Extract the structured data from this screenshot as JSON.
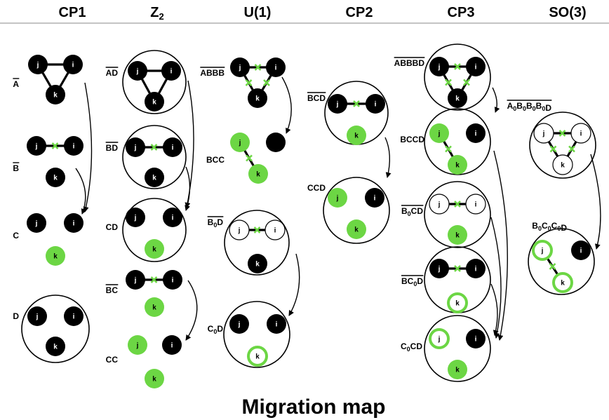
{
  "title": "Migration map",
  "columns": [
    {
      "id": "cp1",
      "name": "CP1"
    },
    {
      "id": "z2",
      "name": "Z",
      "name_sub": "2"
    },
    {
      "id": "u1",
      "name": "U(1)"
    },
    {
      "id": "cp2",
      "name": "CP2"
    },
    {
      "id": "cp3",
      "name": "CP3"
    },
    {
      "id": "so3",
      "name": "SO(3)"
    }
  ],
  "labels": {
    "cp1": [
      {
        "id": "A",
        "text": "A",
        "overline": true
      },
      {
        "id": "B",
        "text": "B",
        "overline": true
      },
      {
        "id": "C",
        "text": "C",
        "overline": false
      },
      {
        "id": "D",
        "text": "D",
        "overline": false
      }
    ],
    "z2": [
      {
        "id": "AD",
        "text": "AD",
        "overline": true
      },
      {
        "id": "BD",
        "text": "BD",
        "overline": true
      },
      {
        "id": "CD",
        "text": "CD",
        "overline": false
      },
      {
        "id": "BC",
        "text": "BC",
        "overline": true
      },
      {
        "id": "CC",
        "text": "CC",
        "overline": false
      }
    ],
    "u1": [
      {
        "id": "ABBB",
        "text": "ABBB",
        "overline": true
      },
      {
        "id": "BCC",
        "text": "BCC",
        "overline": false
      },
      {
        "id": "B0D",
        "text": "B",
        "sub": "0",
        "tail": "D",
        "overline": true
      },
      {
        "id": "C0D",
        "text": "C",
        "sub": "0",
        "tail": "D",
        "overline": false
      }
    ],
    "cp2": [
      {
        "id": "BCD",
        "text": "BCD",
        "overline": true
      },
      {
        "id": "CCD",
        "text": "CCD",
        "overline": false
      }
    ],
    "cp3": [
      {
        "id": "ABBBD",
        "text": "ABBBD",
        "overline": true
      },
      {
        "id": "BCCD",
        "text": "BCCD",
        "overline": false
      },
      {
        "id": "B0CD",
        "text": "B",
        "sub": "0",
        "tail": "CD",
        "overline": true
      },
      {
        "id": "BC0D",
        "text": "BC",
        "sub": "0",
        "tail": "D",
        "overline": true
      },
      {
        "id": "C0CD",
        "text": "C",
        "sub": "0",
        "tail": "CD",
        "overline": false
      }
    ],
    "so3": [
      {
        "id": "A0B0B0B0D",
        "overline": true,
        "parts": [
          [
            "A",
            "0"
          ],
          [
            "B",
            "0"
          ],
          [
            "B",
            "0"
          ],
          [
            "B",
            "0"
          ],
          [
            "D",
            ""
          ]
        ]
      },
      {
        "id": "B0C0C0D",
        "overline": false,
        "parts": [
          [
            "B",
            "0"
          ],
          [
            "C",
            "0"
          ],
          [
            "C",
            "0"
          ],
          [
            "D",
            ""
          ]
        ]
      }
    ]
  },
  "node_names": {
    "j": "j",
    "i": "i",
    "k": "k"
  },
  "colors": {
    "black": "#000000",
    "green": "#6cd644",
    "white": "#ffffff",
    "line": "#000000"
  }
}
